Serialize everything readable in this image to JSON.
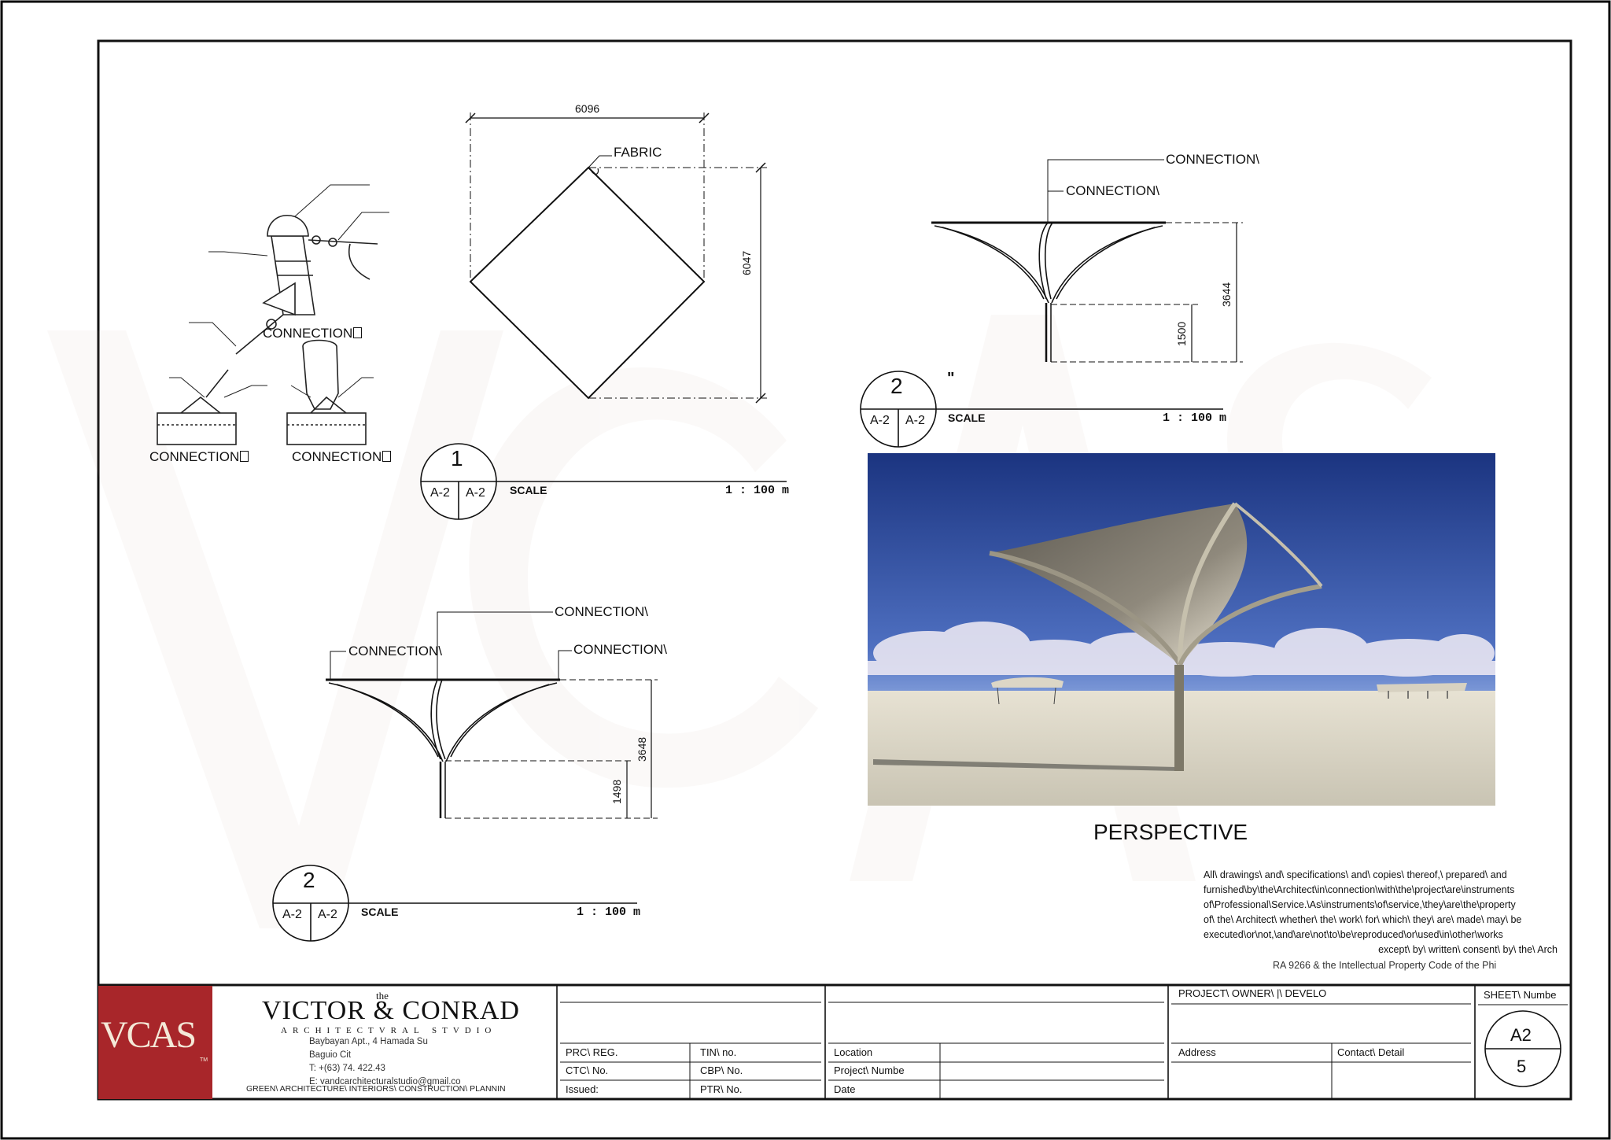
{
  "detail": {
    "connection_a": "CONNECTION",
    "connection_b": "CONNECTION",
    "connection_c": "CONNECTION",
    "placeholder_glyph": "\u0006"
  },
  "plan": {
    "dim_width": "6096",
    "dim_height": "6047",
    "fabric_label": "FABRIC",
    "tag_number": "1",
    "tag_ref_left": "A-2",
    "tag_ref_right": "A-2",
    "scale_label": "SCALE",
    "scale_value": "1 : 100 m"
  },
  "elevation_top": {
    "connection_upper": "CONNECTION\\",
    "connection_lower": "CONNECTION\\",
    "dim_total": "3644",
    "dim_post": "1500",
    "tag_number": "2",
    "tag_ref_left": "A-2",
    "tag_ref_right": "A-2",
    "mark": "\"",
    "scale_label": "SCALE",
    "scale_value": "1 : 100 m"
  },
  "elevation_bottom": {
    "connection_top": "CONNECTION\\",
    "connection_left": "CONNECTION\\",
    "connection_right": "CONNECTION\\",
    "dim_total": "3648",
    "dim_post": "1498",
    "tag_number": "2",
    "tag_ref_left": "A-2",
    "tag_ref_right": "A-2",
    "scale_label": "SCALE",
    "scale_value": "1 : 100 m"
  },
  "perspective": {
    "caption": "PERSPECTIVE"
  },
  "notes": {
    "lines": [
      "All\\ drawings\\ and\\ specifications\\ and\\ copies\\ thereof,\\ prepared\\ and",
      "furnished\\by\\the\\Architect\\in\\connection\\with\\the\\project\\are\\instruments",
      "of\\Professional\\Service.\\As\\instruments\\of\\service,\\they\\are\\the\\property",
      "of\\ the\\ Architect\\ whether\\ the\\ work\\ for\\ which\\ they\\ are\\ made\\ may\\ be",
      "executed\\or\\not,\\and\\are\\not\\to\\be\\reproduced\\or\\used\\in\\other\\works",
      "except\\ by\\ written\\ consent\\ by\\ the\\ Arch"
    ],
    "law": "RA 9266 & the Intellectual Property Code of the Phi"
  },
  "title_block": {
    "logo_text": "VCAS",
    "logo_tm": "TM",
    "firm_the": "the",
    "firm_name": "VICTOR & CONRAD",
    "firm_sub": "ARCHITECTVRAL STVDIO",
    "address_1": "Baybayan Apt., 4 Hamada Su",
    "address_2": "Baguio Cit",
    "phone": "T: +(63) 74. 422.43",
    "email": "E: vandcarchitecturalstudio@gmail.co",
    "services": "GREEN\\ ARCHITECTURE\\ INTERIORS\\ CONSTRUCTION\\ PLANNIN",
    "prc": "PRC\\ REG.",
    "tin": "TIN\\ no.",
    "ctc": "CTC\\ No.",
    "cbp": "CBP\\ No.",
    "issued": "Issued:",
    "ptr": "PTR\\ No.",
    "location": "Location",
    "project_number": "Project\\ Numbe",
    "date": "Date",
    "project_owner": "PROJECT\\ OWNER\\ |\\ DEVELO",
    "address": "Address",
    "contact": "Contact\\ Detail",
    "sheet_label": "SHEET\\ Numbe",
    "sheet_code": "A2",
    "sheet_count": "5"
  },
  "colors": {
    "logo_bg": "#a8262a",
    "sky_top": "#1f3a86",
    "sky_bottom": "#6f8fd0",
    "ground": "#d9d4c4"
  }
}
